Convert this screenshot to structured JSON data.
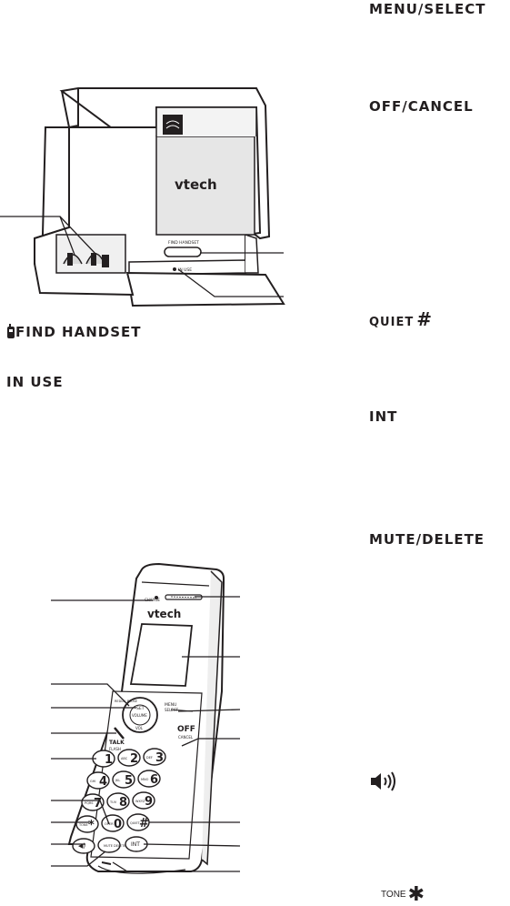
{
  "right_labels": {
    "menu_select": "MENU/SELECT",
    "off_cancel": "OFF/CANCEL",
    "quiet": "QUIET",
    "quiet_symbol": "#",
    "int": "INT",
    "mute_delete": "MUTE/DELETE",
    "tone": "TONE"
  },
  "left_labels": {
    "find_handset": "FIND HANDSET",
    "in_use": "IN USE"
  },
  "base": {
    "logo": "vtech",
    "find_handset_small": "FIND HANDSET",
    "in_use_small": "IN USE"
  },
  "handset": {
    "logo": "vtech",
    "charge": "CHARGE",
    "nav_set": "SET",
    "nav_volume": "VOLUME",
    "nav_vol": "VOL",
    "talk": "TALK",
    "flash": "FLASH",
    "redial_pause": "REDIAL PAUSE",
    "menu": "MENU",
    "select": "SELECT",
    "off": "OFF",
    "cancel": "CANCEL",
    "keys": [
      {
        "d": "1",
        "s": ""
      },
      {
        "d": "2",
        "s": "ABC"
      },
      {
        "d": "3",
        "s": "DEF"
      },
      {
        "d": "4",
        "s": "GHI"
      },
      {
        "d": "5",
        "s": "JKL"
      },
      {
        "d": "6",
        "s": "MNO"
      },
      {
        "d": "7",
        "s": "PQRS"
      },
      {
        "d": "8",
        "s": "TUV"
      },
      {
        "d": "9",
        "s": "WXYZ"
      },
      {
        "d": "*",
        "s": "TONE"
      },
      {
        "d": "0",
        "s": "OPER"
      },
      {
        "d": "#",
        "s": "QUIET"
      }
    ],
    "speaker": "◀)",
    "mute_delete_key": "MUTE DELETE",
    "int_key": "INT"
  },
  "colors": {
    "ink": "#231f20",
    "panel": "#d9d9d9",
    "base_panel": "#e6e6e6"
  }
}
